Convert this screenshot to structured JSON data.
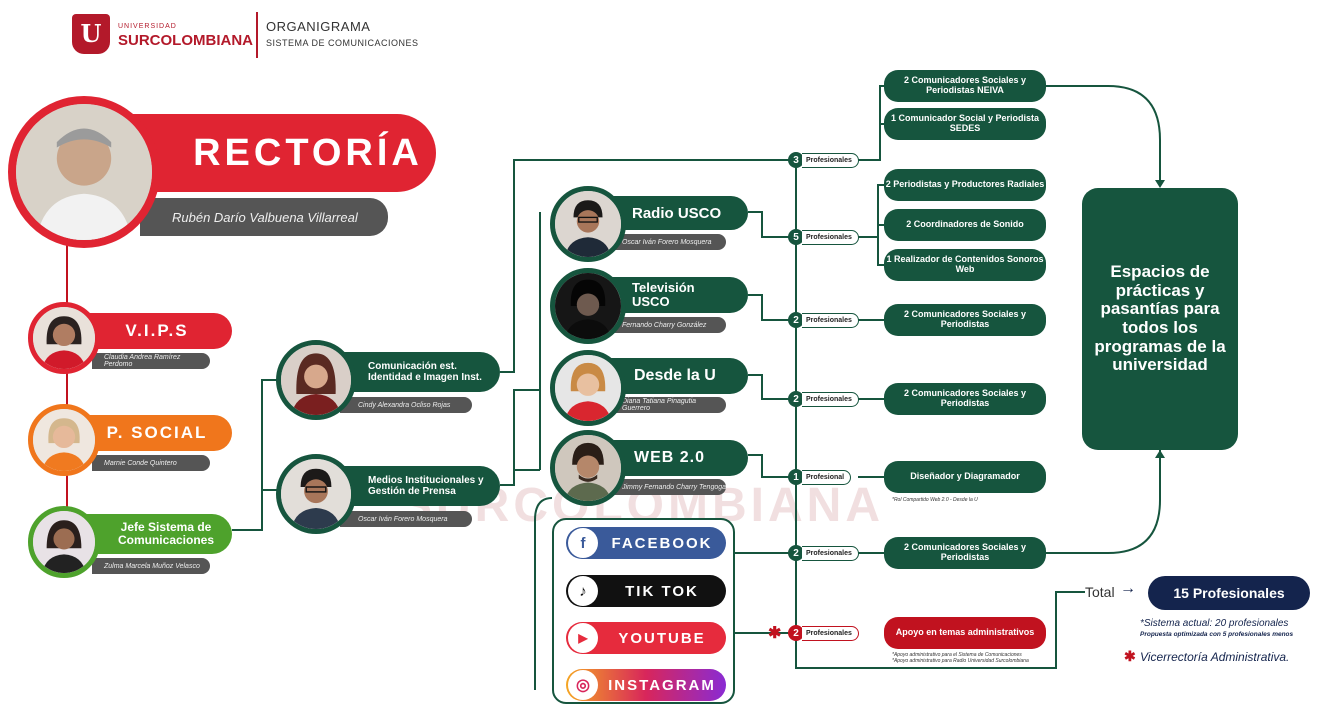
{
  "header": {
    "logo_letters": "U S",
    "university_small": "UNIVERSIDAD",
    "university_name": "SURCOLOMBIANA",
    "title": "ORGANIGRAMA",
    "subtitle": "SISTEMA DE COMUNICACIONES"
  },
  "rectoria": {
    "title": "RECTORÍA",
    "name": "Rubén Darío Valbuena Villarreal"
  },
  "vips": {
    "title": "V.I.P.S",
    "name": "Claudia Andrea Ramírez Perdomo"
  },
  "psocial": {
    "title": "P. SOCIAL",
    "name": "Marnie Conde Quintero"
  },
  "jefe": {
    "title": "Jefe Sistema de Comunicaciones",
    "name": "Zulma Marcela Muñoz Velasco"
  },
  "comunicacion": {
    "title": "Comunicación est. Identidad e Imagen Inst.",
    "name": "Cindy Alexandra Ocliso Rojas"
  },
  "medios": {
    "title": "Medios Institucionales y Gestión de Prensa",
    "name": "Oscar Iván Forero Mosquera"
  },
  "radio": {
    "title": "Radio USCO",
    "name": "Oscar Iván Forero Mosquera"
  },
  "television": {
    "title": "Televisión USCO",
    "name": "Fernando Charry González"
  },
  "desde": {
    "title": "Desde la U",
    "name": "Diana Tatiana Pinagutia Guerrero"
  },
  "web": {
    "title": "WEB 2.0",
    "name": "Jimmy Fernando Charry Tengoga"
  },
  "social": {
    "facebook": "FACEBOOK",
    "tiktok": "TIK TOK",
    "youtube": "YOUTUBE",
    "instagram": "INSTAGRAM"
  },
  "badges": {
    "b1": {
      "num": "3",
      "label": "Profesionales"
    },
    "b2": {
      "num": "5",
      "label": "Profesionales"
    },
    "b3": {
      "num": "2",
      "label": "Profesionales"
    },
    "b4": {
      "num": "2",
      "label": "Profesionales"
    },
    "b5": {
      "num": "1",
      "label": "Profesional"
    },
    "b6": {
      "num": "2",
      "label": "Profesionales"
    },
    "b7": {
      "num": "2",
      "label": "Profesionales"
    }
  },
  "roles": {
    "neiva": "2 Comunicadores Sociales y Periodistas NEIVA",
    "sedes": "1 Comunicador Social y Periodista SEDES",
    "periodistas": "2 Periodistas y Productores Radiales",
    "coordinadores": "2 Coordinadores de Sonido",
    "realizador": "1 Realizador de Contenidos Sonoros Web",
    "tv": "2 Comunicadores Sociales y Periodistas",
    "desde": "2 Comunicadores Sociales y Periodistas",
    "disenador": "Diseñador y Diagramador",
    "disenador_note": "*Rol Compartido Web 2.0 - Desde la U",
    "social": "2 Comunicadores Sociales y Periodistas",
    "apoyo": "Apoyo en temas administrativos",
    "apoyo_note1": "*Apoyo administrativo para el Sistema de Comunicaciones",
    "apoyo_note2": "*Apoyo administrativo para Radio Universidad Surcolombiana"
  },
  "espacios": "Espacios de prácticas y pasantías para todos los programas de la universidad",
  "total": {
    "label": "Total",
    "value": "15 Profesionales"
  },
  "footnotes": {
    "actual": "*Sistema actual: 20 profesionales",
    "propuesta": "Propuesta optimizada con 5 profesionales menos",
    "vicerrectoria": "Vicerrectoría Administrativa."
  },
  "watermark": "SURCOLOMBIANA",
  "colors": {
    "green": "#16553e",
    "red": "#e02432",
    "orange": "#f0761c",
    "lime": "#4ea22c",
    "navy": "#14244d"
  }
}
